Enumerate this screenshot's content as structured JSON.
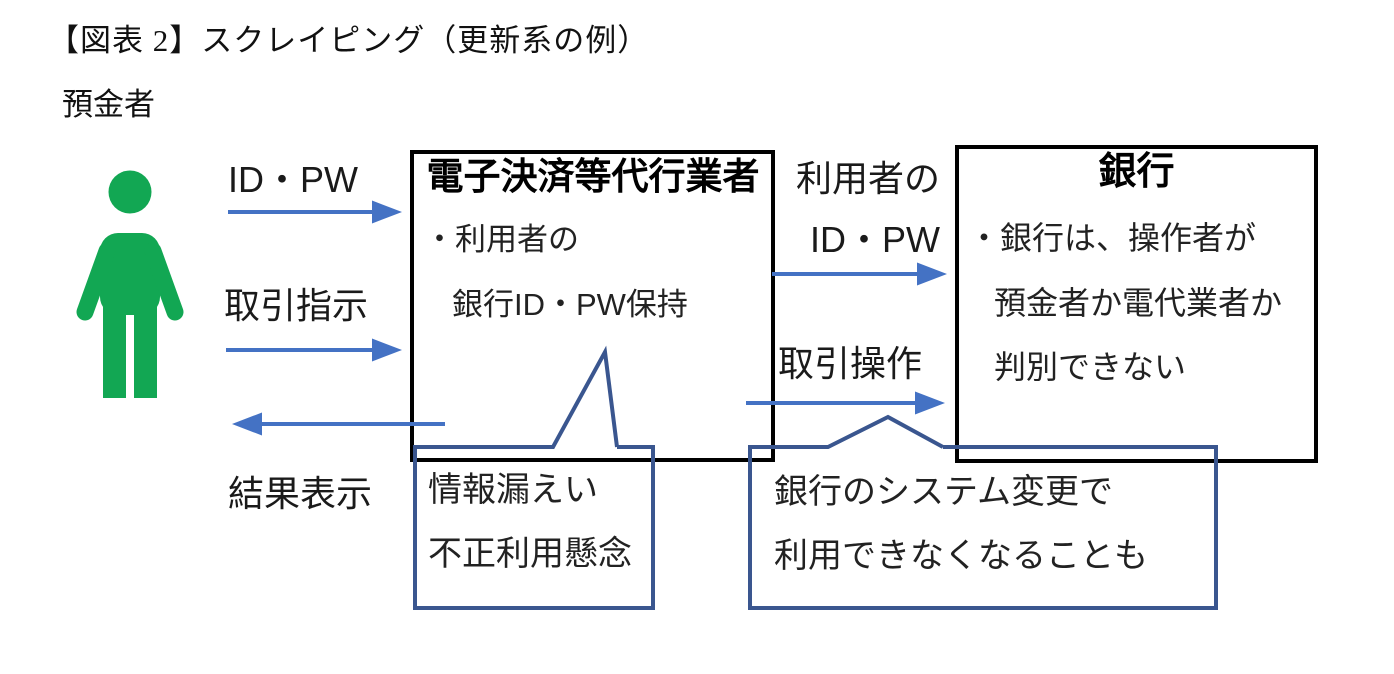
{
  "title": "【図表 2】スクレイピング（更新系の例）",
  "colors": {
    "person_green": "#12A753",
    "arrow_blue": "#4472C4",
    "callout_border_blue": "#3A568F",
    "box_border": "#000000"
  },
  "actor": {
    "label": "預金者",
    "icon": "person-icon"
  },
  "left_flows": [
    {
      "label": "ID・PW",
      "direction": "right"
    },
    {
      "label": "取引指示",
      "direction": "right"
    },
    {
      "label": "結果表示",
      "direction": "left"
    }
  ],
  "agent_box": {
    "title": "電子決済等代行業者",
    "lines": [
      "・利用者の",
      "銀行ID・PW保持"
    ]
  },
  "right_flows": [
    {
      "label_line1": "利用者の",
      "label_line2": "ID・PW",
      "direction": "right"
    },
    {
      "label": "取引操作",
      "direction": "right"
    }
  ],
  "bank_box": {
    "title": "銀行",
    "lines": [
      "・銀行は、操作者が",
      "預金者か電代業者か",
      "判別できない"
    ]
  },
  "callouts": [
    {
      "lines": [
        "情報漏えい",
        "不正利用懸念"
      ]
    },
    {
      "lines": [
        "銀行のシステム変更で",
        "利用できなくなることも"
      ]
    }
  ]
}
